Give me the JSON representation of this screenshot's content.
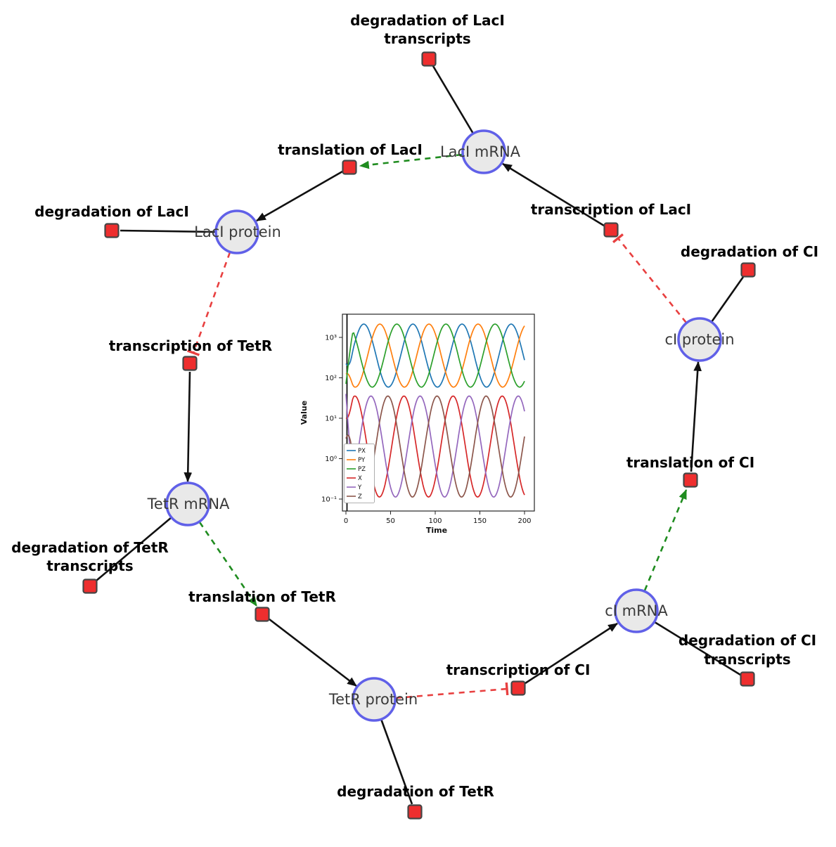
{
  "diagram": {
    "title": "repressilator gene network",
    "species": [
      {
        "id": "laci-mrna",
        "label": "LacI mRNA"
      },
      {
        "id": "laci-protein",
        "label": "LacI protein"
      },
      {
        "id": "tetr-mrna",
        "label": "TetR mRNA"
      },
      {
        "id": "tetr-protein",
        "label": "TetR protein"
      },
      {
        "id": "ci-mrna",
        "label": "cI mRNA"
      },
      {
        "id": "ci-protein",
        "label": "cI protein"
      }
    ],
    "reactions": [
      {
        "id": "degradation-laci-transcripts",
        "lines": [
          "degradation of LacI",
          "transcripts"
        ]
      },
      {
        "id": "translation-laci",
        "lines": [
          "translation of LacI"
        ]
      },
      {
        "id": "transcription-laci",
        "lines": [
          "transcription of LacI"
        ]
      },
      {
        "id": "degradation-laci",
        "lines": [
          "degradation of LacI"
        ]
      },
      {
        "id": "degradation-ci",
        "lines": [
          "degradation of CI"
        ]
      },
      {
        "id": "transcription-tetr",
        "lines": [
          "transcription of TetR"
        ]
      },
      {
        "id": "translation-ci",
        "lines": [
          "translation of CI"
        ]
      },
      {
        "id": "degradation-tetr-transcripts",
        "lines": [
          "degradation of TetR",
          "transcripts"
        ]
      },
      {
        "id": "translation-tetr",
        "lines": [
          "translation of TetR"
        ]
      },
      {
        "id": "degradation-ci-transcripts",
        "lines": [
          "degradation of CI",
          "transcripts"
        ]
      },
      {
        "id": "transcription-ci",
        "lines": [
          "transcription of CI"
        ]
      },
      {
        "id": "degradation-tetr",
        "lines": [
          "degradation of TetR"
        ]
      }
    ],
    "edge_colors": {
      "reaction_flow": "#111111",
      "modifier": "#1f8c1f",
      "inhibition": "#e84040"
    },
    "node_colors": {
      "species_fill": "#e9e9e9",
      "species_stroke": "#6060e8",
      "reaction_fill": "#ee2e2e",
      "reaction_stroke": "#454545"
    }
  },
  "chart_data": {
    "type": "line",
    "xlabel": "Time",
    "ylabel": "Value",
    "y_scale": "log",
    "x_range": [
      0,
      200
    ],
    "y_range_log10": [
      -1.3,
      3.57
    ],
    "x_ticks": [
      0,
      50,
      100,
      150,
      200
    ],
    "y_tick_labels": [
      "10⁻¹",
      "10⁰",
      "10¹",
      "10²",
      "10³"
    ],
    "legend_position": "lower left",
    "grid": false,
    "series": [
      {
        "name": "PX",
        "color": "#1f77b4",
        "mean_log10": 2.55,
        "amp_log10": 0.78,
        "period": 55,
        "peak_time": 20,
        "start_log10": 2.35
      },
      {
        "name": "PY",
        "color": "#ff7f0e",
        "mean_log10": 2.55,
        "amp_log10": 0.78,
        "period": 55,
        "peak_time": 38,
        "start_log10": 2.1
      },
      {
        "name": "PZ",
        "color": "#2ca02c",
        "mean_log10": 2.55,
        "amp_log10": 0.78,
        "period": 55,
        "peak_time": 57,
        "start_log10": 1.85
      },
      {
        "name": "X",
        "color": "#d62728",
        "mean_log10": 0.3,
        "amp_log10": 1.25,
        "period": 55,
        "peak_time": 65,
        "start_log10": 1.0
      },
      {
        "name": "Y",
        "color": "#9467bd",
        "mean_log10": 0.3,
        "amp_log10": 1.25,
        "period": 55,
        "peak_time": 83,
        "start_log10": 1.6
      },
      {
        "name": "Z",
        "color": "#8c564b",
        "mean_log10": 0.3,
        "amp_log10": 1.25,
        "period": 55,
        "peak_time": 47,
        "start_log10": 0.5
      }
    ]
  }
}
